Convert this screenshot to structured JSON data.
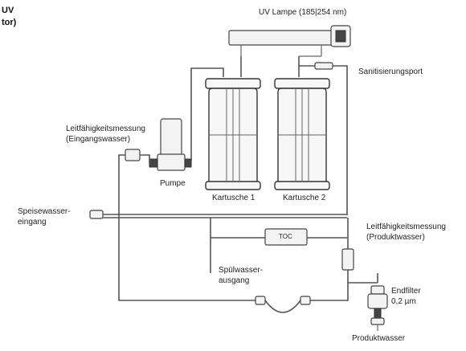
{
  "title": {
    "line1": "UV",
    "line2": "tor)"
  },
  "labels": {
    "uv_lamp": "UV Lampe (185|254 nm)",
    "sanitization_port": "Sanitisierungsport",
    "conductivity_in_line1": "Leitfähigkeitsmessung",
    "conductivity_in_line2": "(Eingangswasser)",
    "pump": "Pumpe",
    "cartridge1": "Kartusche 1",
    "cartridge2": "Kartusche 2",
    "feed_line1": "Speisewasser-",
    "feed_line2": "eingang",
    "toc": "TOC",
    "conductivity_out_line1": "Leitfähigkeitsmessung",
    "conductivity_out_line2": "(Produktwasser)",
    "rinse_line1": "Spülwasser-",
    "rinse_line2": "ausgang",
    "endfilter_line1": "Endfilter",
    "endfilter_line2": "0,2 µm",
    "product_water": "Produktwasser"
  }
}
